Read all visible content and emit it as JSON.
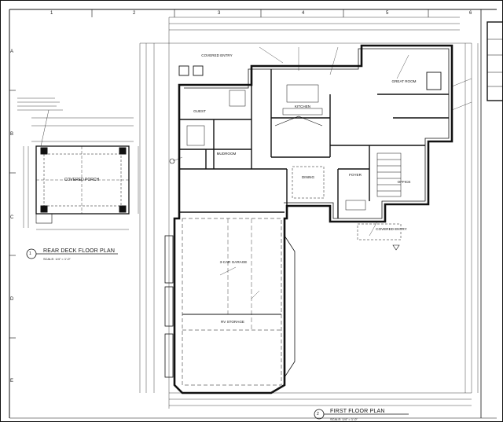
{
  "sheet": {
    "grid_columns": [
      "1",
      "2",
      "3",
      "4",
      "5",
      "6"
    ],
    "grid_rows": [
      "A",
      "B",
      "C",
      "D",
      "E"
    ]
  },
  "rear_deck": {
    "title": "REAR DECK FLOOR PLAN",
    "scale": "SCALE: 1/4\" = 1'-0\"",
    "detail_number": "1",
    "room_label": "COVERED PORCH"
  },
  "first_floor": {
    "title": "FIRST FLOOR PLAN",
    "scale": "SCALE: 1/4\" = 1'-0\"",
    "detail_number": "2"
  },
  "rooms": [
    {
      "key": "covered_entry_top",
      "label": "COVERED ENTRY"
    },
    {
      "key": "great_room",
      "label": "GREAT ROOM"
    },
    {
      "key": "kitchen",
      "label": "KITCHEN"
    },
    {
      "key": "guest",
      "label": "GUEST"
    },
    {
      "key": "mudroom",
      "label": "MUDROOM"
    },
    {
      "key": "dining",
      "label": "DINING"
    },
    {
      "key": "foyer",
      "label": "FOYER"
    },
    {
      "key": "office",
      "label": "OFFICE"
    },
    {
      "key": "covered_entry_right",
      "label": "COVERED ENTRY"
    },
    {
      "key": "garage",
      "label": "3-CAR GARAGE"
    },
    {
      "key": "rv_storage",
      "label": "RV STORAGE"
    }
  ]
}
